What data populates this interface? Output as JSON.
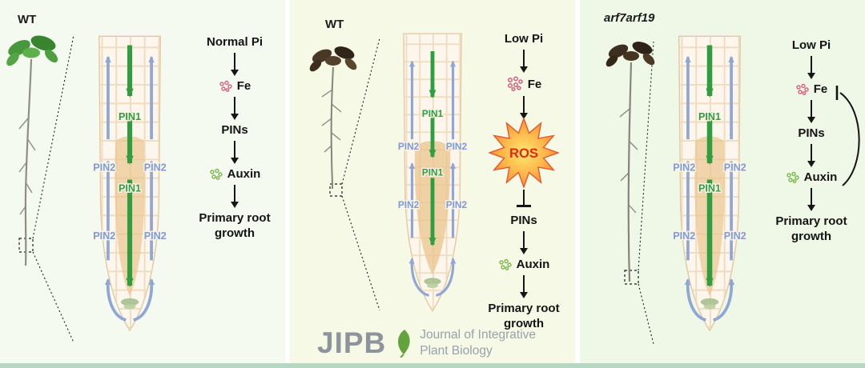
{
  "panels": [
    {
      "genotype": "WT",
      "pins": {
        "pin1": "PIN1",
        "pin2": "PIN2"
      },
      "pathway": {
        "input": "Normal Pi",
        "fe": "Fe",
        "pins": "PINs",
        "auxin": "Auxin",
        "growth": "Primary root growth"
      }
    },
    {
      "genotype": "WT",
      "pins": {
        "pin1": "PIN1",
        "pin2": "PIN2"
      },
      "pathway": {
        "input": "Low Pi",
        "fe": "Fe",
        "ros": "ROS",
        "pins": "PINs",
        "auxin": "Auxin",
        "growth": "Primary root growth"
      }
    },
    {
      "genotype": "arf7arf19",
      "pins": {
        "pin1": "PIN1",
        "pin2": "PIN2"
      },
      "pathway": {
        "input": "Low Pi",
        "fe": "Fe",
        "pins": "PINs",
        "auxin": "Auxin",
        "growth": "Primary root growth"
      }
    }
  ],
  "logo": {
    "abbr": "JIPB",
    "name_line1": "Journal of Integrative",
    "name_line2": "Plant Biology"
  },
  "colors": {
    "pin1_green": "#2f9e41",
    "pin2_blue": "#7d9bd6",
    "ros_text_red": "#e52613",
    "fe_dot_pink": "#d4607e",
    "auxin_dot_green": "#7ab648",
    "panel_left_bg": "#f5faf1",
    "panel_middle_bg": "#f6f9e6",
    "panel_right_bg": "#eff7e7"
  }
}
